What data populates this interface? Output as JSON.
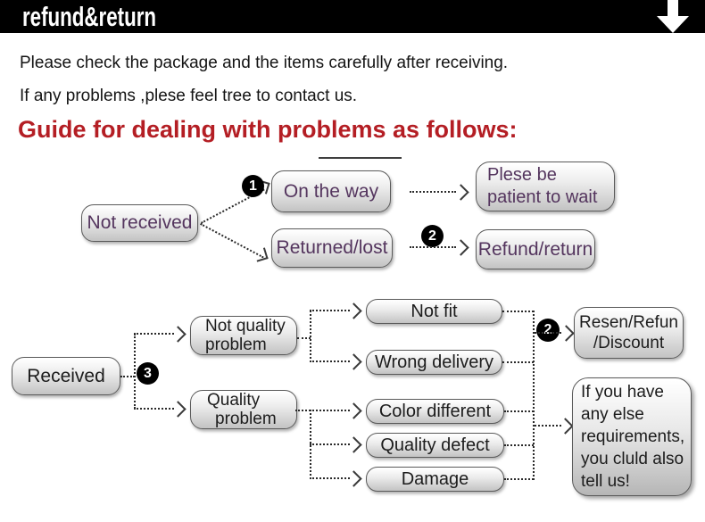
{
  "banner": {
    "title": "refund&return",
    "icon": "down-arrow"
  },
  "intro": {
    "line1": "Please check the package and the items carefully after receiving.",
    "line2": "If any problems ,plese feel tree to contact us.",
    "heading": "Guide for dealing with problems as follows:"
  },
  "colors": {
    "banner_bg": "#000000",
    "heading_red": "#b41e24",
    "purple_node_text": "#54355e",
    "node_border": "#5a5a5a",
    "node_gradient_top": "#ffffff",
    "node_gradient_bottom": "#c3c3c3",
    "badge_bg": "#000000",
    "badge_text": "#ffffff"
  },
  "flow_not_received": {
    "not_received": "Not received",
    "badge_1": "1",
    "on_the_way": "On the way",
    "returned_lost": "Returned/lost",
    "badge_2": "2",
    "patient_line1": "Plese be",
    "patient_line2": "patient to wait",
    "refund_return": "Refund/return"
  },
  "flow_received": {
    "received": "Received",
    "badge_3": "3",
    "not_quality_line1": "Not quality",
    "not_quality_line2": "problem",
    "quality_line1": "Quality",
    "quality_line2": "problem",
    "not_fit": "Not fit",
    "wrong_delivery": "Wrong delivery",
    "color_different": "Color different",
    "quality_defect": "Quality defect",
    "damage": "Damage",
    "badge_2": "2",
    "resen_line1": "Resen/Refun",
    "resen_line2": "/Discount",
    "more_lines": [
      "If you have",
      "any else",
      "requirements,",
      "you cluld also",
      "tell us!"
    ]
  }
}
